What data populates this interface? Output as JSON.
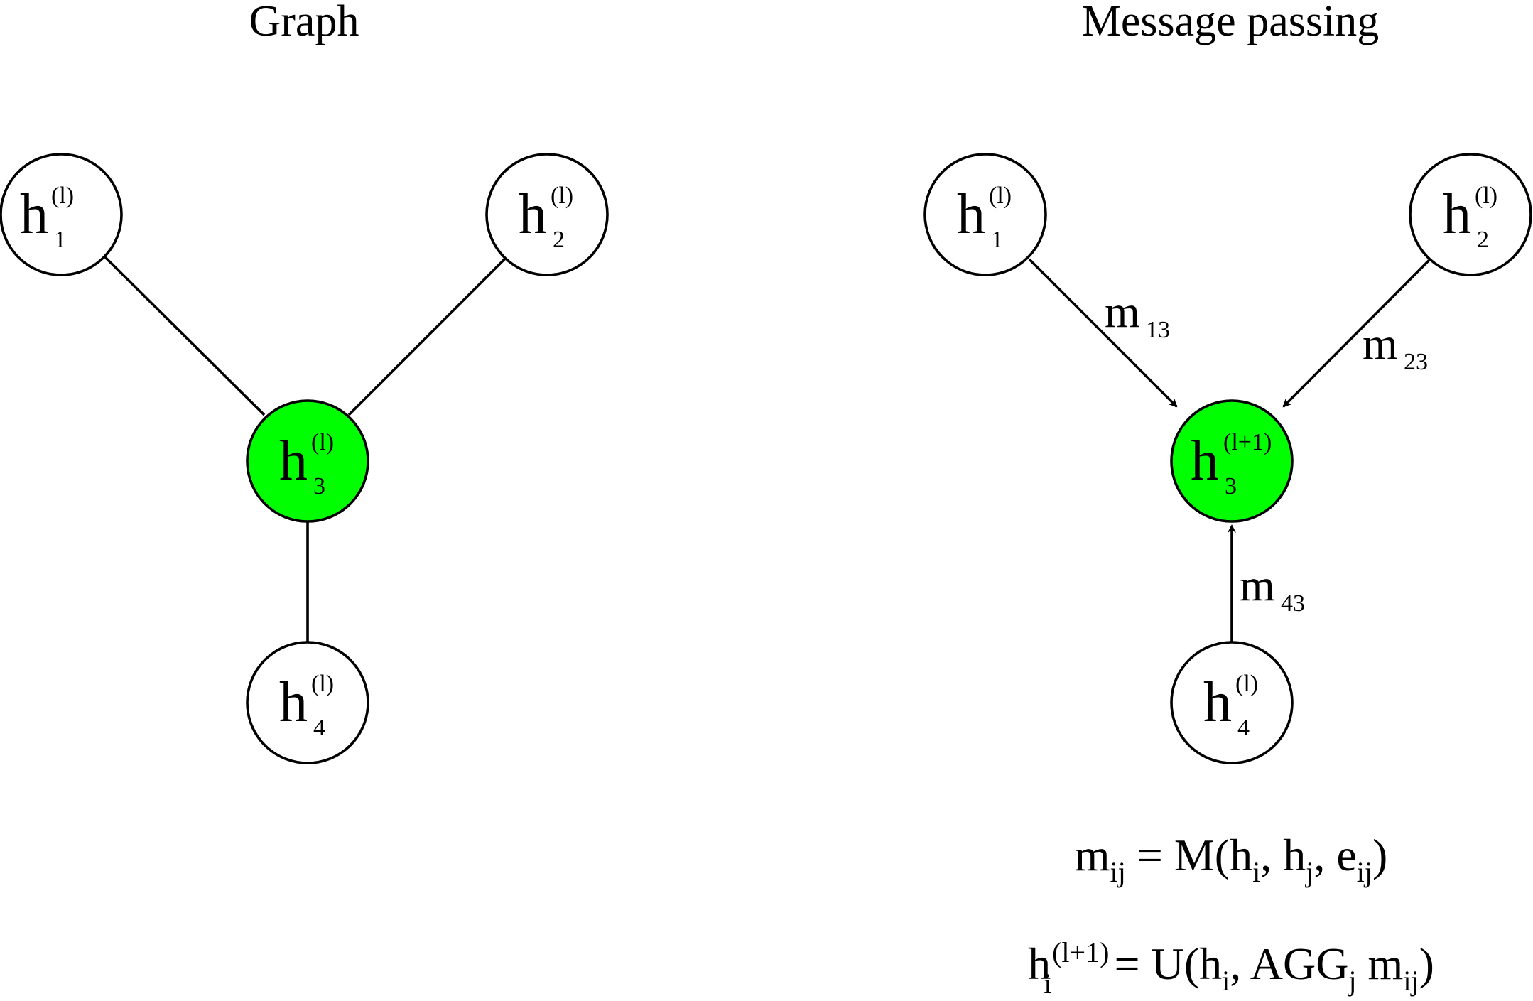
{
  "titles": {
    "left": "Graph",
    "right": "Message passing"
  },
  "colors": {
    "highlight": "#00ff00",
    "node_fill": "#ffffff",
    "stroke": "#000000"
  },
  "graph": {
    "nodes": [
      {
        "id": "n1",
        "base": "h",
        "sub": "1",
        "sup": "(l)",
        "highlight": false
      },
      {
        "id": "n2",
        "base": "h",
        "sub": "2",
        "sup": "(l)",
        "highlight": false
      },
      {
        "id": "n3",
        "base": "h",
        "sub": "3",
        "sup": "(l)",
        "highlight": true
      },
      {
        "id": "n4",
        "base": "h",
        "sub": "4",
        "sup": "(l)",
        "highlight": false
      }
    ],
    "edges": [
      [
        "n1",
        "n3"
      ],
      [
        "n2",
        "n3"
      ],
      [
        "n4",
        "n3"
      ]
    ]
  },
  "message_passing": {
    "nodes": [
      {
        "id": "m1",
        "base": "h",
        "sub": "1",
        "sup": "(l)",
        "highlight": false
      },
      {
        "id": "m2",
        "base": "h",
        "sub": "2",
        "sup": "(l)",
        "highlight": false
      },
      {
        "id": "m3",
        "base": "h",
        "sub": "3",
        "sup": "(l+1)",
        "highlight": true
      },
      {
        "id": "m4",
        "base": "h",
        "sub": "4",
        "sup": "(l)",
        "highlight": false
      }
    ],
    "messages": [
      {
        "from": "m1",
        "to": "m3",
        "base": "m",
        "sub": "13"
      },
      {
        "from": "m2",
        "to": "m3",
        "base": "m",
        "sub": "23"
      },
      {
        "from": "m4",
        "to": "m3",
        "base": "m",
        "sub": "43"
      }
    ]
  },
  "equations": {
    "eq1": {
      "lhs_base": "m",
      "lhs_sub": "ij",
      "t1": " = M(h",
      "s1": "i",
      "t2": ", h",
      "s2": "j",
      "t3": ", e",
      "s3": "ij",
      "t4": ")"
    },
    "eq2": {
      "lhs_base": "h",
      "lhs_sub": "i",
      "lhs_sup": "(l+1)",
      "t1": " = U(h",
      "s1": "i",
      "t2": ", AGG",
      "s2": "j",
      "t3": " m",
      "s3": "ij",
      "t4": ")"
    }
  }
}
